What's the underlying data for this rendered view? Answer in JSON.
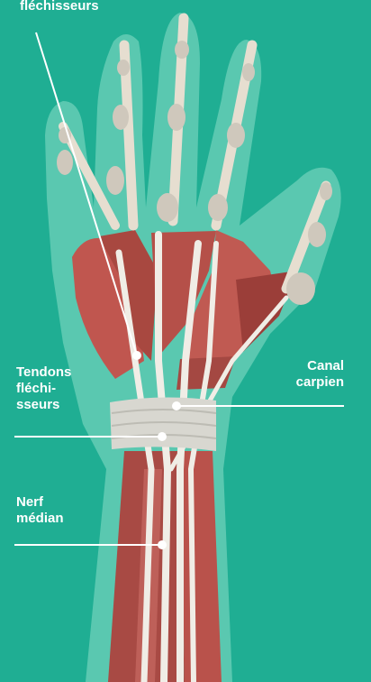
{
  "labels": {
    "top": "fléchisseurs",
    "tendons": "Tendons\nfléchi-\nsseurs",
    "canal": "Canal\ncarpien",
    "nerf": "Nerf\nmédian"
  },
  "colors": {
    "background": "#1fae93",
    "skin": "#7fd8c3",
    "muscle": "#c0564f",
    "muscle_dark": "#9b3e39",
    "tendon": "#e9e6df",
    "bone": "#d9cdb4",
    "ligament": "#dcdcd6",
    "callout_line": "#ffffff"
  }
}
